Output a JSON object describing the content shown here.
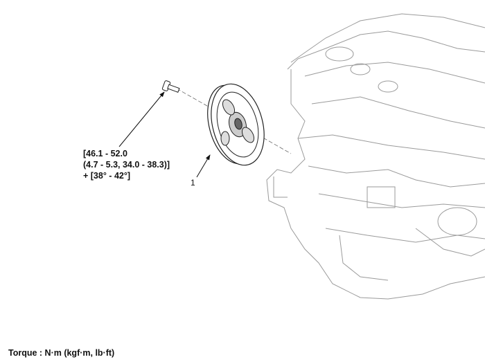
{
  "torque_spec": {
    "line1": "[46.1 - 52.0",
    "line2": "(4.7 - 5.3, 34.0 - 38.3)]",
    "line3": "+ [38° - 42°]"
  },
  "callouts": [
    {
      "number": "1"
    }
  ],
  "footer": {
    "torque_units": "Torque : N·m (kgf·m, lb·ft)"
  }
}
